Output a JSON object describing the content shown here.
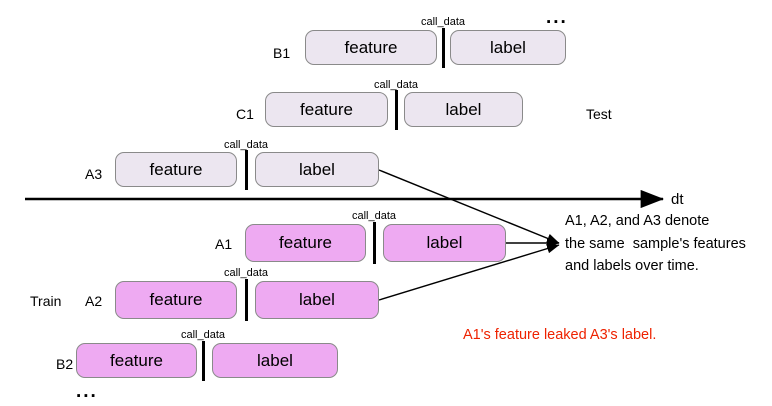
{
  "diagram": {
    "title_text": "",
    "colors": {
      "test_fill": "#ece6f0",
      "train_fill": "#eeaaf2",
      "box_stroke": "#8a8a8a",
      "line": "#000000",
      "warning_text": "#ee2200"
    },
    "call_data_label": "call_data",
    "ellipsis": "...",
    "axis": {
      "label": "dt"
    },
    "group_labels": {
      "test": "Test",
      "train": "Train"
    },
    "rows": [
      {
        "tag": "B1",
        "side": "test",
        "feature_label": "feature",
        "label_label": "label",
        "call_data": "call_data"
      },
      {
        "tag": "C1",
        "side": "test",
        "feature_label": "feature",
        "label_label": "label",
        "call_data": "call_data"
      },
      {
        "tag": "A3",
        "side": "test",
        "feature_label": "feature",
        "label_label": "label",
        "call_data": "call_data"
      },
      {
        "tag": "A1",
        "side": "train",
        "feature_label": "feature",
        "label_label": "label",
        "call_data": "call_data"
      },
      {
        "tag": "A2",
        "side": "train",
        "feature_label": "feature",
        "label_label": "label",
        "call_data": "call_data"
      },
      {
        "tag": "B2",
        "side": "train",
        "feature_label": "feature",
        "label_label": "label",
        "call_data": "call_data"
      }
    ],
    "annotation": {
      "line1": "A1, A2, and A3 denote",
      "line2": "the same  sample's features",
      "line3": "and labels over time."
    },
    "warning": "A1's feature leaked A3's label.",
    "top_ellipsis": "...",
    "bottom_ellipsis": "..."
  }
}
